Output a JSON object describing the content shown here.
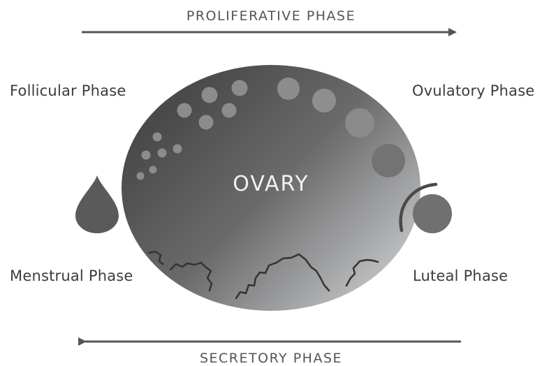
{
  "top_banner": "PROLIFERATIVE PHASE",
  "bottom_banner": "SECRETORY PHASE",
  "center_label": "OVARY",
  "phases": {
    "follicular": "Follicular Phase",
    "ovulatory": "Ovulatory Phase",
    "menstrual": "Menstrual Phase",
    "luteal": "Luteal Phase"
  },
  "icons": {
    "top_arrow": "right-arrow-icon",
    "bottom_arrow": "left-arrow-icon",
    "drop": "blood-drop-icon",
    "corpus": "corpus-luteum-icon"
  },
  "colors": {
    "text": "#3c3c3c",
    "arrow": "#555555",
    "ovary_dark": "#4a4a4a",
    "ovary_light": "#c4c5c7",
    "drop": "#5a5a5a"
  }
}
